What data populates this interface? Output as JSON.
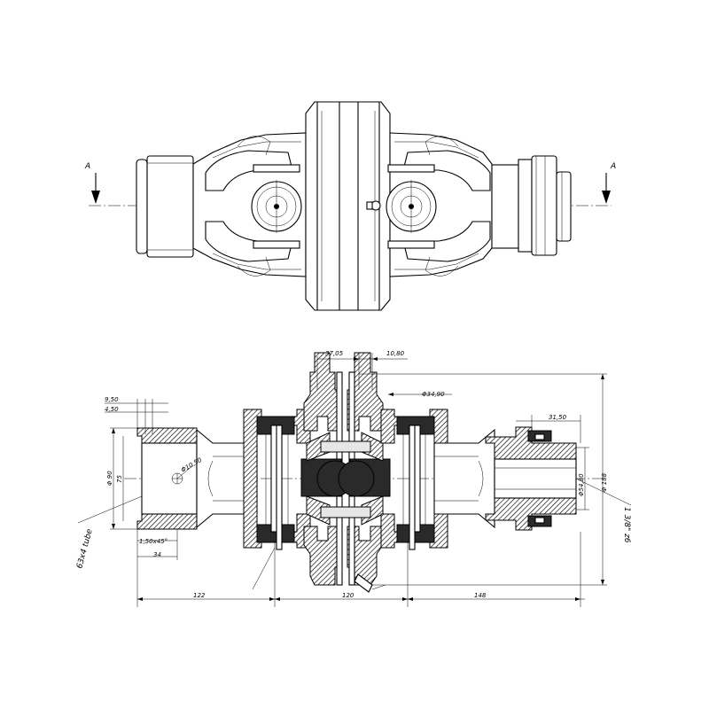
{
  "section_marker": "A",
  "dimensions": {
    "d_37_05": "37,05",
    "d_10_80": "10,80",
    "d_34_90": "Φ34,90",
    "d_9_50": "9,50",
    "d_4_50": "4,50",
    "d_31_50": "31,50",
    "d_10_50": "Φ10,50",
    "d_90": "Φ 90",
    "d_75": "75",
    "d_54_80": "Φ54,80",
    "d_188": "Φ 188",
    "d_chamfer": "1,50x45°",
    "d_34": "34",
    "d_122": "122",
    "d_120": "120",
    "d_148": "148",
    "tube_label": "63x4 tube",
    "spline_label": "1 3/8\" z6"
  }
}
